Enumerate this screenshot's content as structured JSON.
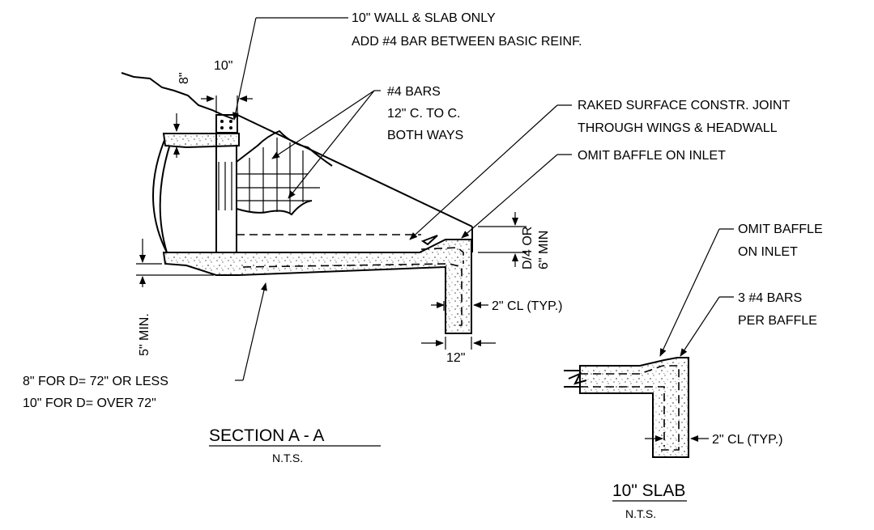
{
  "section_a": {
    "title": "SECTION A - A",
    "scale": "N.T.S.",
    "wall_note_line1": "10\" WALL & SLAB ONLY",
    "wall_note_line2": "ADD #4 BAR BETWEEN BASIC REINF.",
    "dim_10": "10\"",
    "dim_8": "8\"",
    "bars_line1": "#4 BARS",
    "bars_line2": "12\" C. TO C.",
    "bars_line3": "BOTH WAYS",
    "joint_line1": "RAKED SURFACE CONSTR. JOINT",
    "joint_line2": "THROUGH WINGS & HEADWALL",
    "omit_baffle": "OMIT BAFFLE ON INLET",
    "d4_line1": "D/4 OR",
    "d4_line2": "6\" MIN",
    "cl_typ": "2\" CL (TYP.)",
    "dim_12": "12\"",
    "min_5": "5\" MIN.",
    "slab_line1": "8\" FOR D= 72\" OR LESS",
    "slab_line2": "10\" FOR D= OVER 72\""
  },
  "slab_10": {
    "title": "10\" SLAB",
    "scale": "N.T.S.",
    "omit_line1": "OMIT BAFFLE",
    "omit_line2": "ON INLET",
    "bars_line1": "3 #4 BARS",
    "bars_line2": "PER BAFFLE",
    "cl_typ": "2\" CL (TYP.)"
  }
}
